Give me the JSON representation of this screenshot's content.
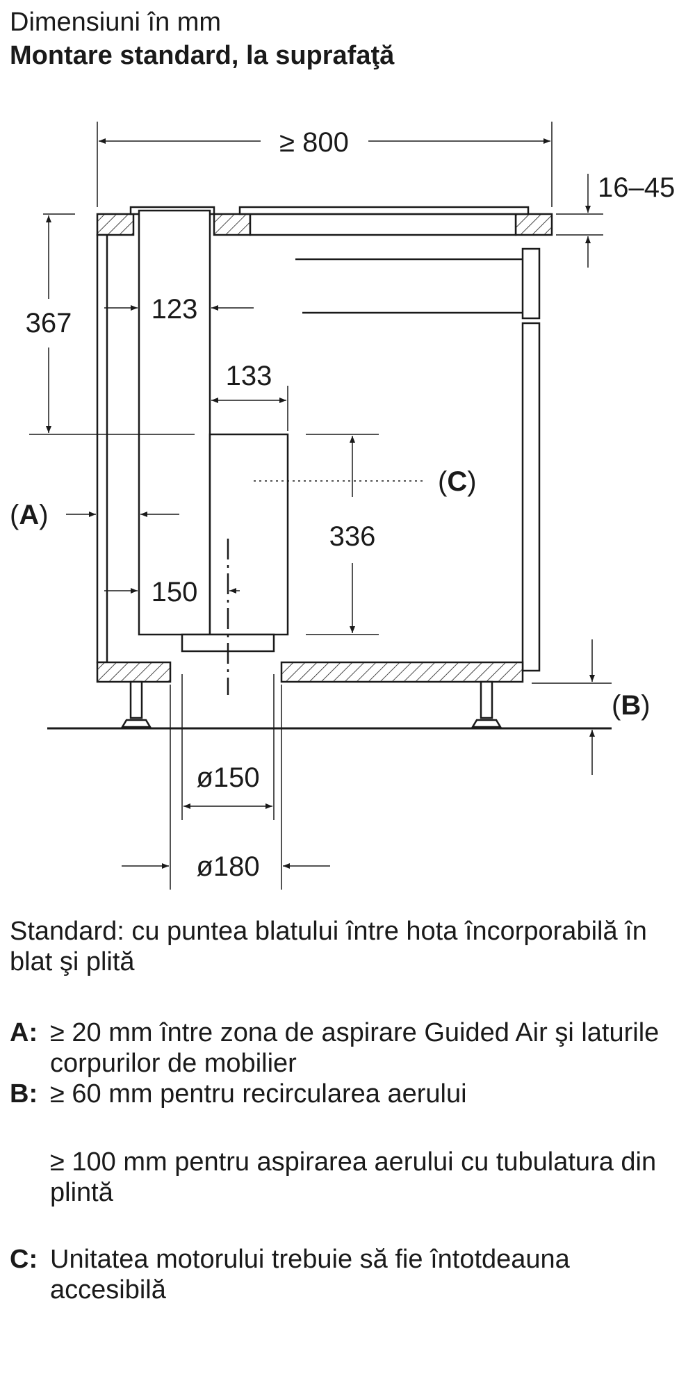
{
  "header": {
    "line1": "Dimensiuni în mm",
    "line2": "Montare standard, la suprafaţă"
  },
  "diagram": {
    "dim_width": "≥ 800",
    "dim_thickness": "16–45",
    "dim_height_upper": "367",
    "dim_duct_width": "123",
    "dim_motor_width": "133",
    "dim_motor_height": "336",
    "dim_offset": "150",
    "dim_pipe_inner": "ø150",
    "dim_pipe_outer": "ø180",
    "callout_a": "A",
    "callout_b": "B",
    "callout_c": "C"
  },
  "caption": "Standard: cu puntea blatului între hota încorporabilă în blat şi plită",
  "legend": {
    "a_key": "A:",
    "a_text": "≥ 20 mm între zona de aspirare Guided Air şi laturile corpurilor de mobilier",
    "b_key": "B:",
    "b_text": "≥ 60 mm pentru recircularea aerului",
    "b_text2": "≥ 100 mm pentru aspirarea aerului cu tubulatura din plintă",
    "c_key": "C:",
    "c_text": "Unitatea motorului trebuie să fie întotdeauna accesibilă"
  }
}
